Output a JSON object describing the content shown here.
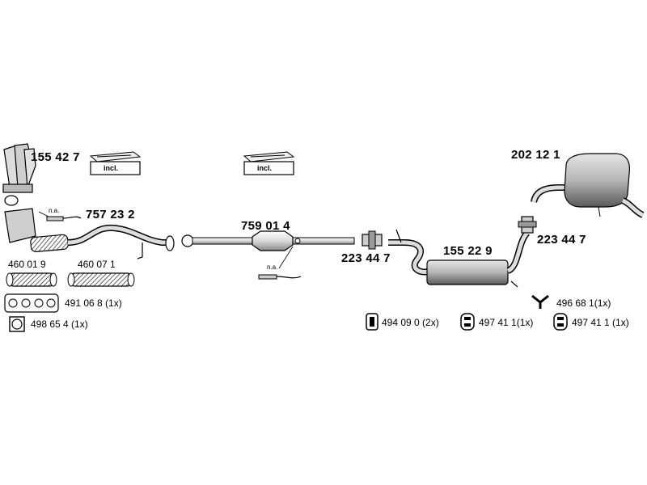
{
  "parts": {
    "manifold": "155 42 7",
    "front_pipe": "757 23 2",
    "catalyst": "759 01 4",
    "clamp_mid": "223 44 7",
    "middle_silencer": "155 22 9",
    "rear_silencer": "202 12 1",
    "clamp_rear": "223 44 7"
  },
  "kit_labels": {
    "left": "incl.",
    "right": "incl."
  },
  "sensor_labels": {
    "front": "n.a.",
    "mid": "n.a."
  },
  "small_parts": {
    "gasket_a": "460 01 9",
    "gasket_b": "460 07 1",
    "gasket_manifold": "491 06 8 (1x)",
    "gasket_square": "498 65 4 (1x)",
    "rubber_a": "494 09 0 (2x)",
    "rubber_b": "497 41 1(1x)",
    "rubber_c": "497 41 1 (1x)",
    "hanger_y": "496 68 1(1x)"
  },
  "icons": [
    "manifold-icon",
    "gasket-icon",
    "clamp-icon",
    "rubber-mount-icon",
    "hanger-icon",
    "lambda-sensor-icon",
    "silencer-icon",
    "catalytic-converter-icon",
    "kit-box-icon"
  ]
}
